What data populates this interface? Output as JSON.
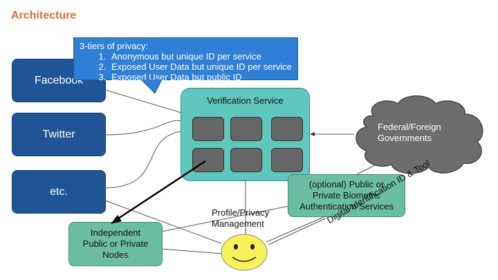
{
  "title": "Architecture",
  "callout": {
    "heading": "3-tiers of privacy:",
    "items": [
      "Anonymous but unique ID per service",
      "Exposed User Data but unique ID per service",
      "Exposed User Data but public ID"
    ]
  },
  "services": [
    "Facebook",
    "Twitter",
    "etc."
  ],
  "verification_service": "Verification Service",
  "cloud": {
    "line1": "Federal/Foreign",
    "line2": "Governments"
  },
  "biometric": {
    "line1": "(optional) Public or",
    "line2": "Private Biometric",
    "line3": "Authentication Services"
  },
  "nodes": {
    "line1": "Independent",
    "line2": "Public or Private",
    "line3": "Nodes"
  },
  "profile": {
    "line1": "Profile/Privacy",
    "line2": "Management"
  },
  "tool_label": "Digital Identification ID & Tool",
  "colors": {
    "title": "#e06c2c",
    "service_blue": "#1f5497",
    "callout_blue": "#2f7fd6",
    "verification_teal": "#5fc7bc",
    "green_box": "#6bbea3",
    "cloud_gray": "#6d6d6d",
    "smiley_yellow": "#f7f15a"
  },
  "icons": [
    "cloud-icon",
    "smiley-face-icon"
  ]
}
